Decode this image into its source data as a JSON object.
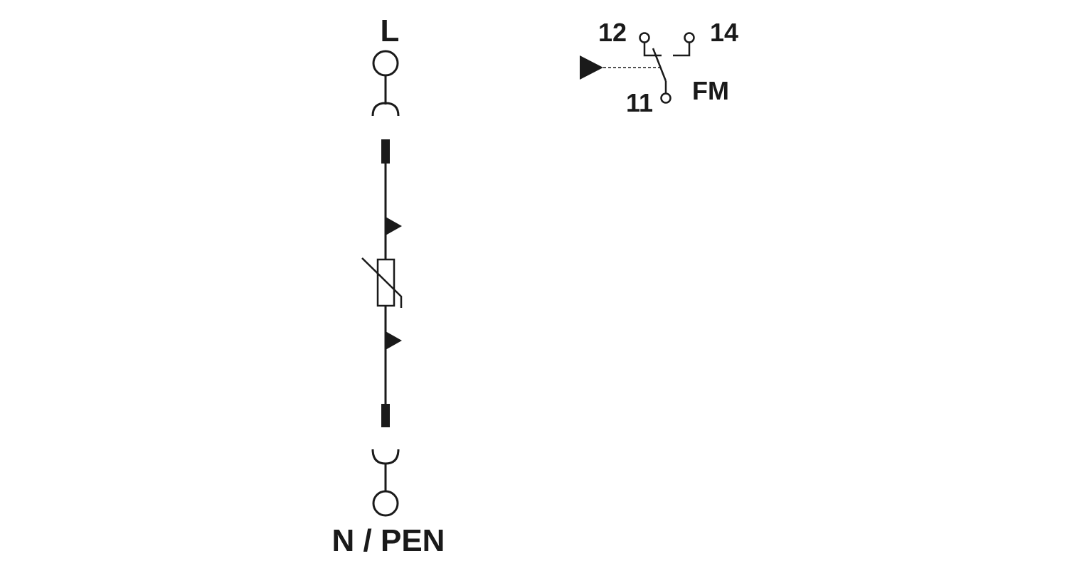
{
  "terminals": {
    "top_label": "L",
    "bottom_label": "N / PEN"
  },
  "contact": {
    "pin_12": "12",
    "pin_14": "14",
    "pin_11": "11",
    "name": "FM"
  },
  "colors": {
    "ink": "#1a1a1a",
    "background": "#ffffff"
  }
}
